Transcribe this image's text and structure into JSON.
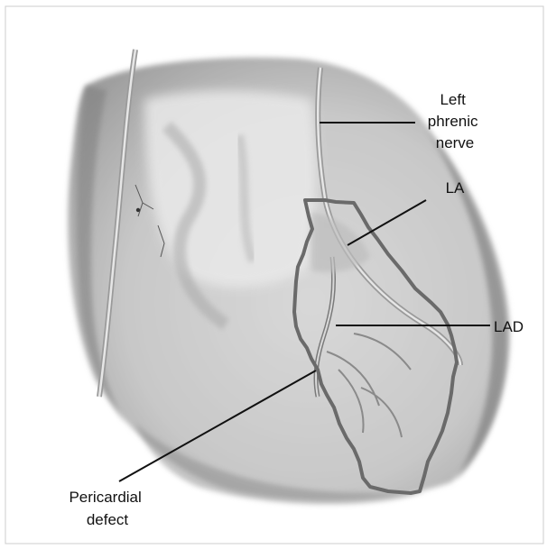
{
  "figure": {
    "labels": {
      "left_phrenic_nerve": [
        "Left",
        "phrenic",
        "nerve"
      ],
      "la": "LA",
      "lad": "LAD",
      "pericardial_defect": [
        "Pericardial",
        "defect"
      ]
    },
    "colors": {
      "background": "#ffffff",
      "frame": "#cccccc",
      "defect_outline": "#6a6a6a",
      "leader_lines": "#111111",
      "tissue_shade": "#b8b8b8"
    }
  }
}
